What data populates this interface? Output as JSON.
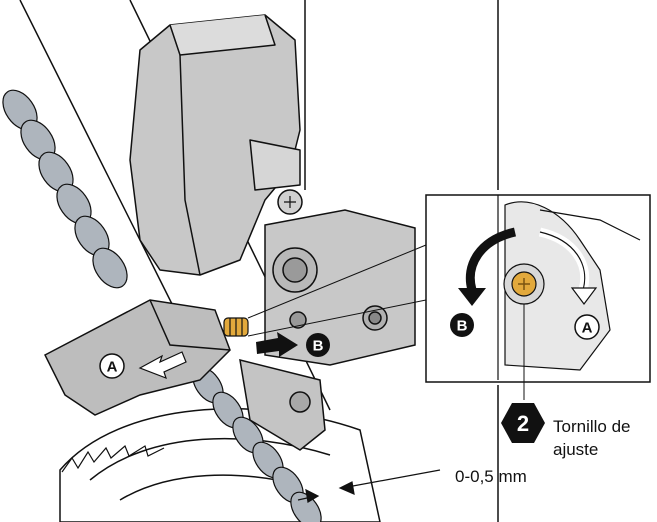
{
  "callouts": {
    "a_left": "A",
    "b_main": "B",
    "b_inset": "B",
    "a_inset": "A"
  },
  "step": {
    "number": "2",
    "label_line1": "Tornillo de",
    "label_line2": "ajuste"
  },
  "clearance": "0-0,5 mm",
  "colors": {
    "metal": "#c8c8c8",
    "metal_dark": "#9a9a9a",
    "chain": "#aeb5bd",
    "screw": "#e2a93c",
    "ink": "#111111",
    "paper": "#ffffff"
  }
}
